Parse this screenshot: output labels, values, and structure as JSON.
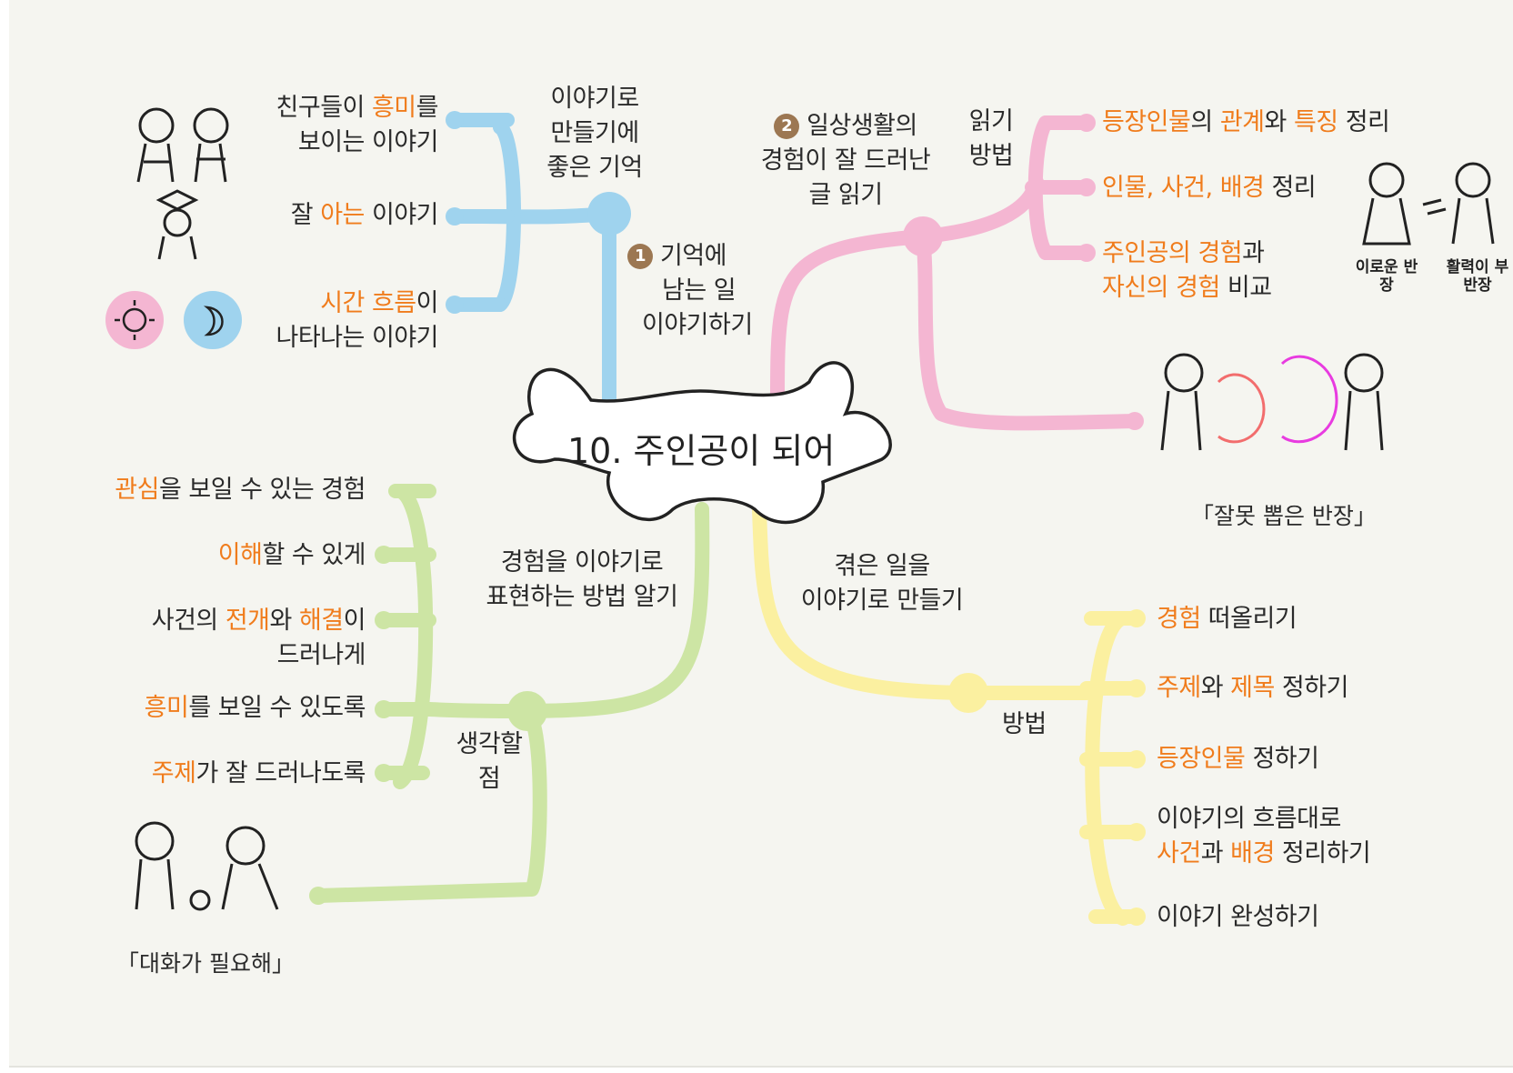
{
  "center": {
    "title": "10. 주인공이 되어"
  },
  "colors": {
    "blue": "#9fd3ee",
    "pink": "#f4b6d2",
    "green": "#cde5a4",
    "yellow": "#fbf0a0",
    "accent": "#f07c1c"
  },
  "top_left": {
    "header": [
      "이야기로",
      "만들기에",
      "좋은 기억"
    ],
    "branch_num": "1",
    "branch": [
      "기억에",
      "남는 일",
      "이야기하기"
    ],
    "items": [
      {
        "pre": "친구들이 ",
        "hl": "흥미",
        "post": "를",
        "line2": "보이는 이야기"
      },
      {
        "pre": "잘 ",
        "hl": "아는",
        "post": " 이야기",
        "line2": ""
      },
      {
        "pre": "",
        "hl": "시간 흐름",
        "post": "이",
        "line2": "나타나는 이야기"
      }
    ],
    "icons": [
      "children-icon",
      "graduate-icon",
      "sun-icon",
      "moon-icon"
    ]
  },
  "top_right": {
    "branch_num": "2",
    "branch": [
      "일상생활의",
      "경험이 잘 드러난",
      "글 읽기"
    ],
    "sub": [
      "읽기",
      "방법"
    ],
    "items": [
      {
        "parts": [
          [
            "등장인물",
            true
          ],
          [
            "의 ",
            false
          ],
          [
            "관계",
            true
          ],
          [
            "와 ",
            false
          ],
          [
            "특징",
            true
          ],
          [
            " 정리",
            false
          ]
        ]
      },
      {
        "parts": [
          [
            "인물, 사건, 배경",
            true
          ],
          [
            " 정리",
            false
          ]
        ]
      },
      {
        "parts": [
          [
            "주인공의 경험",
            true
          ],
          [
            "과",
            false
          ]
        ],
        "line2": [
          [
            "자신의 경험",
            true
          ],
          [
            " 비교",
            false
          ]
        ]
      }
    ],
    "labels": [
      "이로운 반장",
      "활력이 부반장"
    ],
    "caption": "「잘못 뽑은 반장」"
  },
  "bottom_left": {
    "branch": [
      "경험을 이야기로",
      "표현하는 방법 알기"
    ],
    "sub": [
      "생각할",
      "점"
    ],
    "items": [
      {
        "parts": [
          [
            "관심",
            true
          ],
          [
            "을 보일 수 있는 경험",
            false
          ]
        ]
      },
      {
        "parts": [
          [
            "이해",
            true
          ],
          [
            "할 수 있게",
            false
          ]
        ]
      },
      {
        "parts": [
          [
            "사건의 ",
            false
          ],
          [
            "전개",
            true
          ],
          [
            "와 ",
            false
          ],
          [
            "해결",
            true
          ],
          [
            "이",
            false
          ]
        ],
        "line2": [
          [
            "드러나게",
            false
          ]
        ]
      },
      {
        "parts": [
          [
            "흥미",
            true
          ],
          [
            "를 보일 수 있도록",
            false
          ]
        ]
      },
      {
        "parts": [
          [
            "주제",
            true
          ],
          [
            "가 잘 드러나도록",
            false
          ]
        ]
      }
    ],
    "caption": "「대화가 필요해」"
  },
  "bottom_right": {
    "branch": [
      "겪은 일을",
      "이야기로 만들기"
    ],
    "sub": "방법",
    "items": [
      {
        "parts": [
          [
            "경험",
            true
          ],
          [
            " 떠올리기",
            false
          ]
        ]
      },
      {
        "parts": [
          [
            "주제",
            true
          ],
          [
            "와 ",
            false
          ],
          [
            "제목",
            true
          ],
          [
            " 정하기",
            false
          ]
        ]
      },
      {
        "parts": [
          [
            "등장인물",
            true
          ],
          [
            " 정하기",
            false
          ]
        ]
      },
      {
        "parts": [
          [
            "이야기의 흐름대로",
            false
          ]
        ],
        "line2": [
          [
            "사건",
            true
          ],
          [
            "과 ",
            false
          ],
          [
            "배경",
            true
          ],
          [
            " 정리하기",
            false
          ]
        ]
      },
      {
        "parts": [
          [
            "이야기 완성하기",
            false
          ]
        ]
      }
    ]
  }
}
